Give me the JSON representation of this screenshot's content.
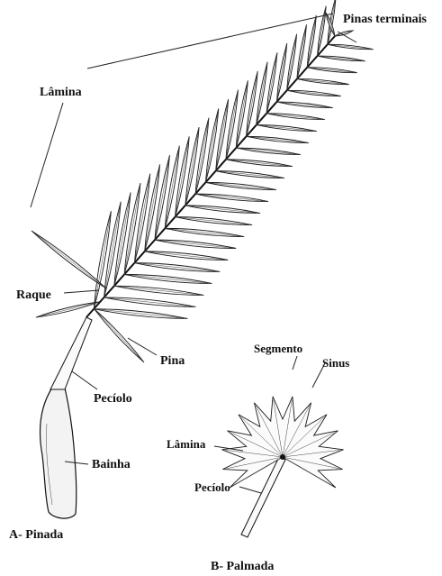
{
  "labels": {
    "pinas_terminais": "Pinas terminais",
    "lamina_a": "Lâmina",
    "raque": "Raque",
    "pina": "Pina",
    "peciolo_a": "Pecíolo",
    "bainha": "Bainha",
    "caption_a": "A-  Pinada",
    "segmento": "Segmento",
    "sinus": "Sinus",
    "lamina_b": "Lâmina",
    "peciolo_b": "Pecíolo",
    "caption_b": "B- Palmada"
  }
}
